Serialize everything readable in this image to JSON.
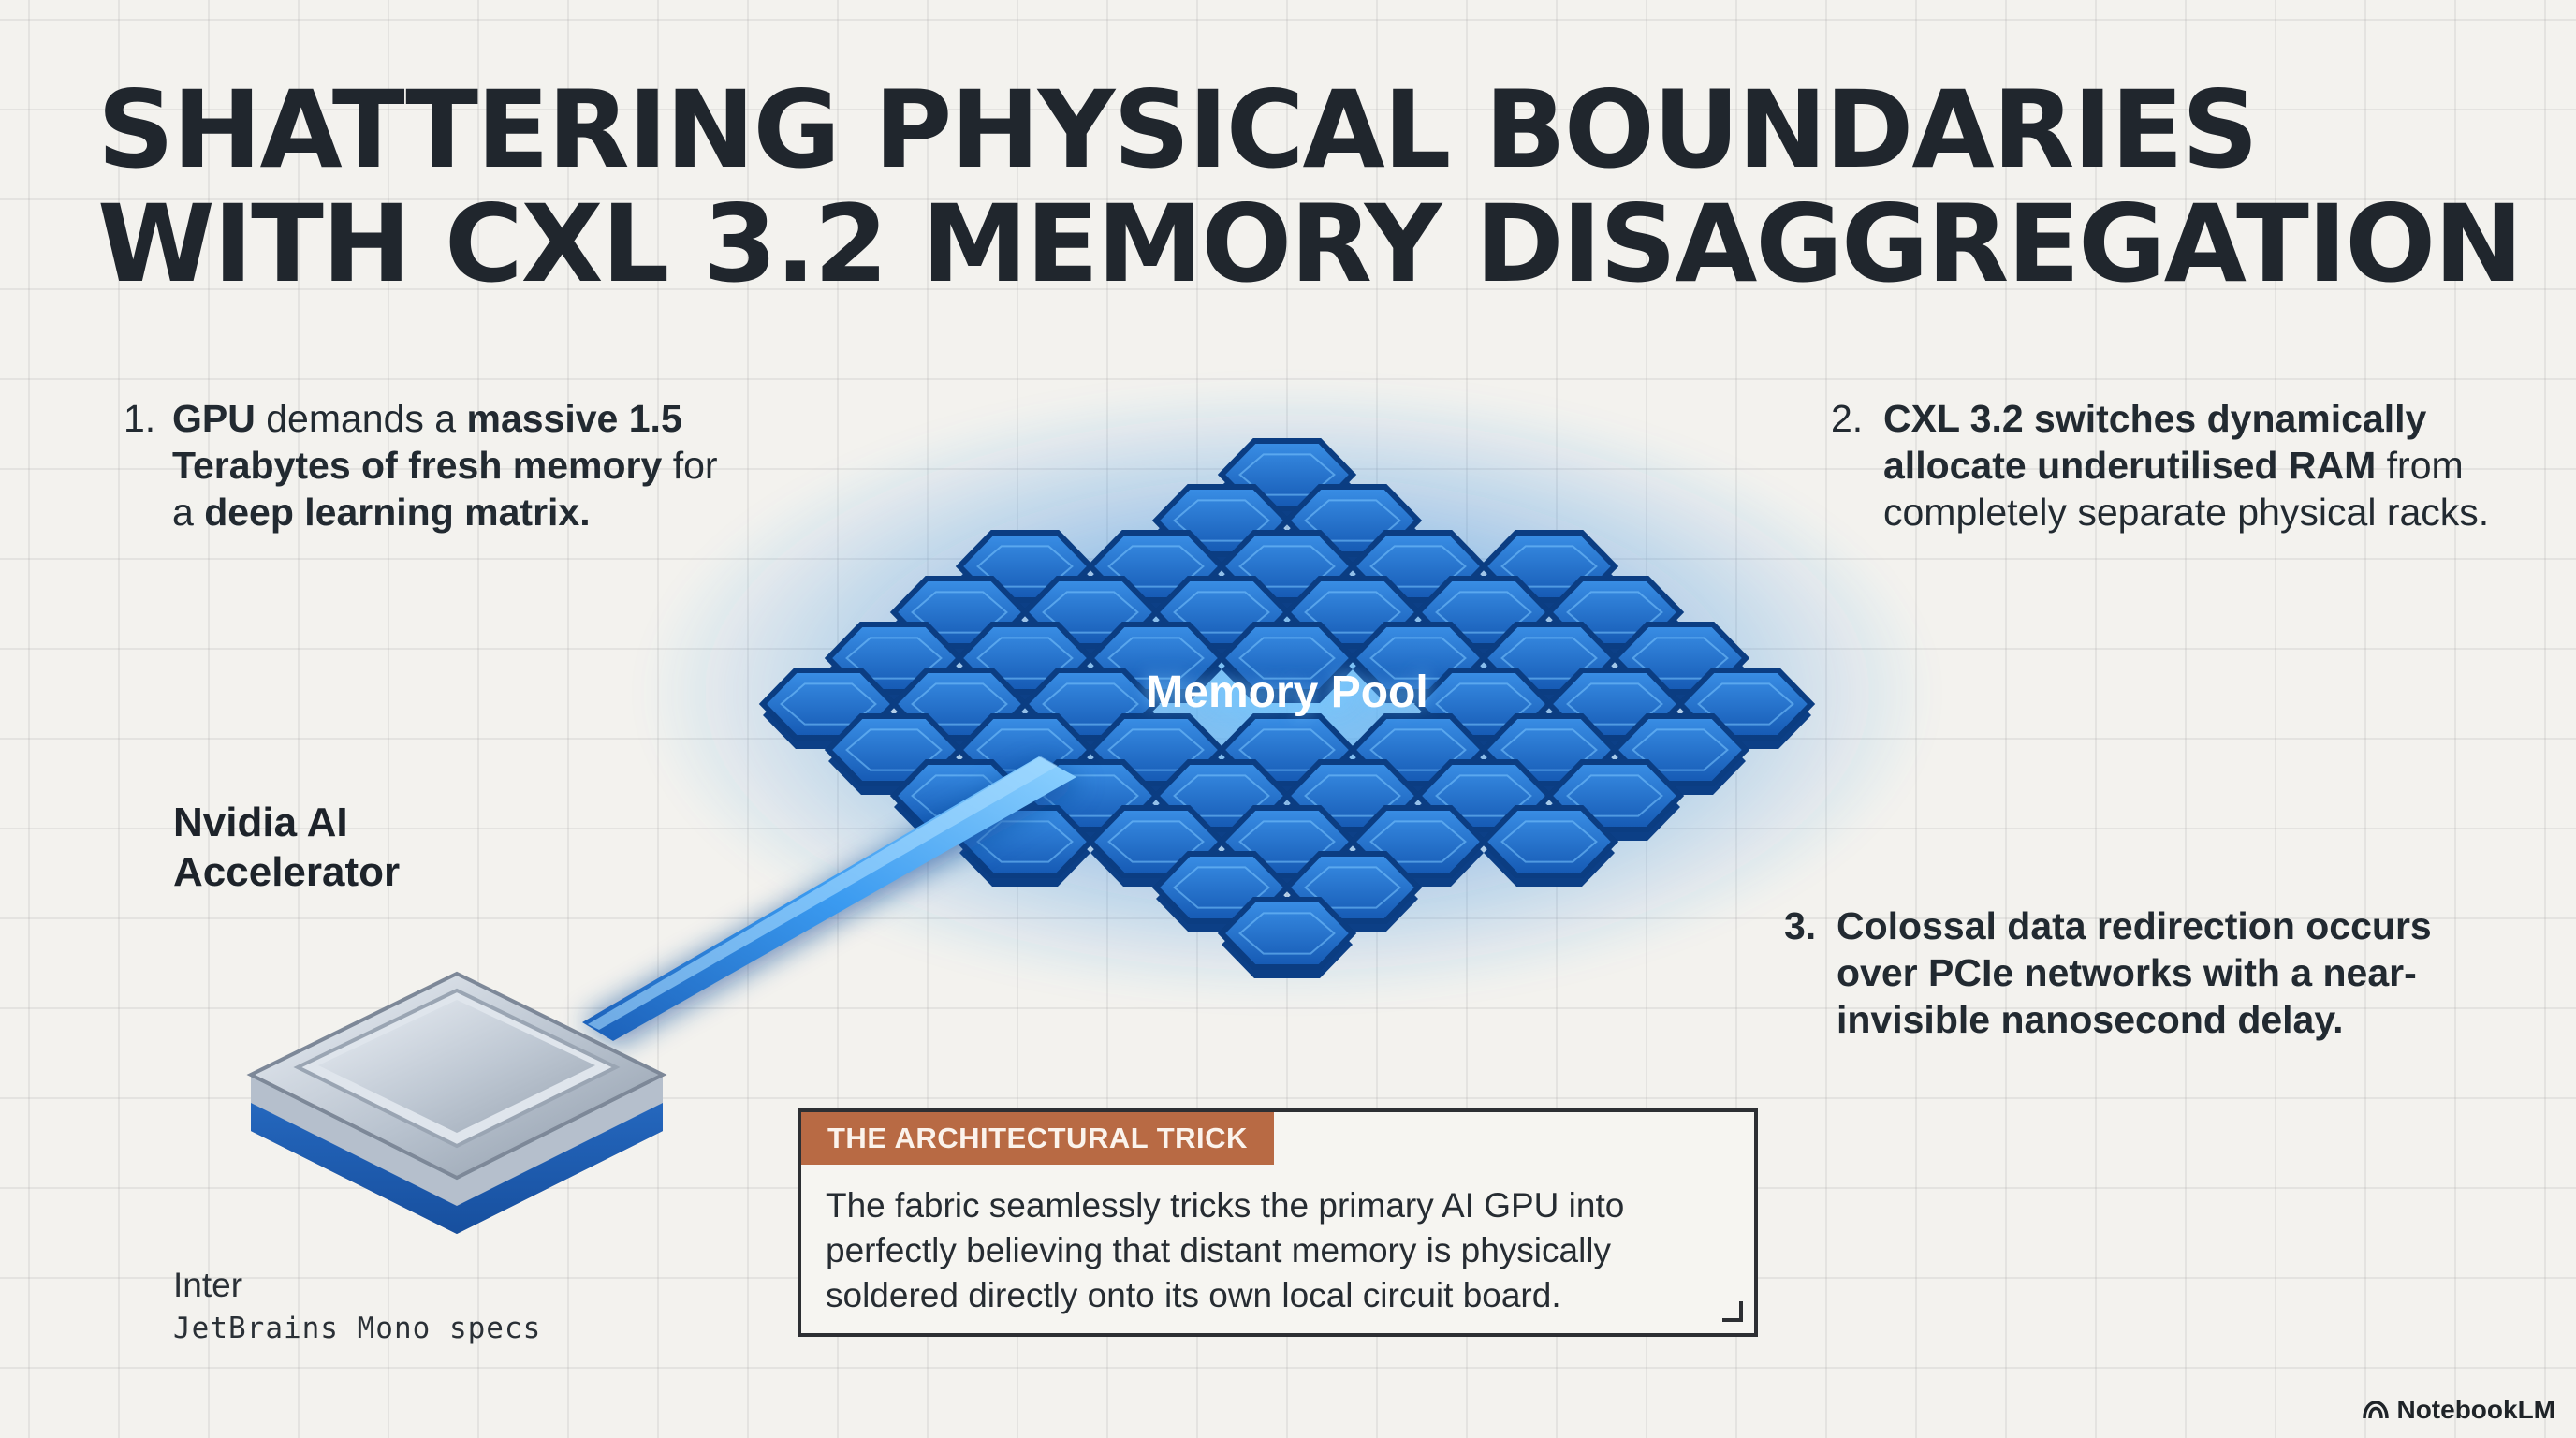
{
  "title": {
    "line1": "SHATTERING PHYSICAL BOUNDARIES",
    "line2": "WITH CXL 3.2 MEMORY DISAGGREGATION"
  },
  "steps": [
    {
      "number": "1.",
      "segments": [
        "GPU",
        " demands a ",
        "massive 1.5 Terabytes of fresh memory",
        " for a ",
        "deep learning matrix."
      ]
    },
    {
      "number": "2.",
      "segments": [
        "CXL 3.2 switches dynamically allocate underutilised RAM",
        " from completely separate physical racks."
      ]
    },
    {
      "number": "3.",
      "text": "Colossal data redirection occurs over PCIe networks with a near-invisible nanosecond delay."
    }
  ],
  "diagram": {
    "pool_label": "Memory Pool",
    "gpu_label_line1": "Nvidia AI",
    "gpu_label_line2": "Accelerator",
    "colors": {
      "hex_fill": "#1f6fc4",
      "hex_edge": "#0c3f86",
      "glow": "#3aa0ff",
      "chip_silver": "#c5ccd6"
    }
  },
  "font_note": {
    "line1": "Inter",
    "line2": "JetBrains Mono specs"
  },
  "callout": {
    "tab": "THE ARCHITECTURAL TRICK",
    "text": "The fabric seamlessly tricks the primary AI GPU into perfectly believing that distant memory is physically soldered directly onto its own local circuit board."
  },
  "brand": "NotebookLM"
}
